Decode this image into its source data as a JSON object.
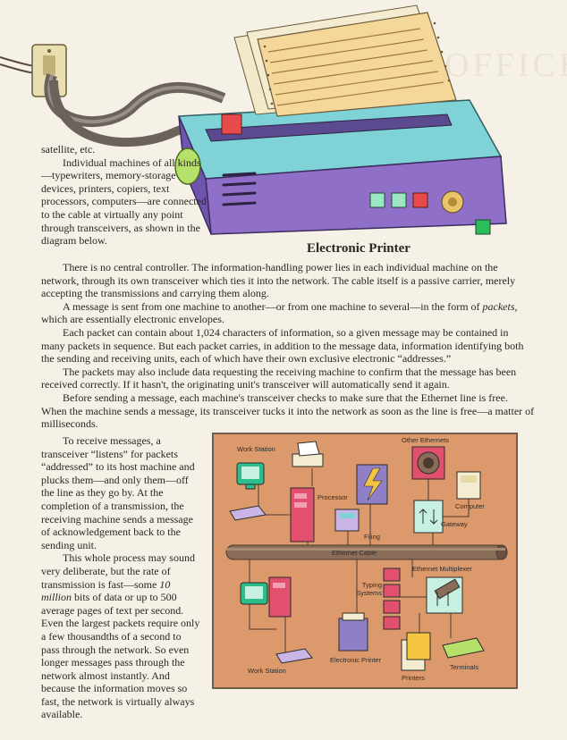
{
  "illustration": {
    "caption": "Electronic Printer",
    "watermark_text": "YOUR OFFICE TO..."
  },
  "body_text": {
    "p0": "satellite, etc.",
    "p1": "Individual machines of all kinds—typewriters, memory-storage devices, printers, copiers, text processors, computers—are connected to the cable at virtually any point through transceivers, as shown in the diagram below.",
    "p2": "There is no central controller. The information-handling power lies in each individual machine on the network, through its own transceiver which ties it into the network. The cable itself is a passive carrier, merely accepting the transmissions and carrying them along.",
    "p3_a": "A message is sent from one machine to another—or from one machine to several—in the form of ",
    "p3_em": "packets,",
    "p3_b": " which are essentially electronic envelopes.",
    "p4": "Each packet can contain about 1,024 characters of information, so a given message may be contained in many packets in sequence. But each packet carries, in addition to the message data, information identifying both the sending and receiving units, each of which have their own exclusive electronic “addresses.”",
    "p5": "The packets may also include data requesting the receiving machine to confirm that the message has been received correctly. If it hasn't, the originating unit's transceiver will automatically send it again.",
    "p6": "Before sending a message, each machine's transceiver checks to make sure that the Ethernet line is free. When the machine sends a message, its transceiver tucks it into the network as soon as the line is free—a matter of milliseconds.",
    "p7": "To receive messages, a transceiver “listens” for packets “addressed” to its host machine and plucks them—and only them—off the line as they go by. At the completion of a transmission, the receiving machine sends a message of acknowledgement back to the sending unit.",
    "p8_a": "This whole process may sound very deliberate, but the rate of transmission is fast—some ",
    "p8_em": "10 million",
    "p8_b": " bits of data or up to 500 average pages of text per second. Even the largest packets require only a few thousandths of a second to pass through the network. So even longer messages pass through the network almost instantly. And because the information moves so fast, the network is virtually always available."
  },
  "diagram": {
    "labels": {
      "work_station_top": "Work Station",
      "other_ethernets": "Other Ethernets",
      "processor": "Processor",
      "computer": "Computer",
      "gateway": "Gateway",
      "filing": "Filing",
      "ethernet_cable": "Ethernet Cable",
      "ethernet_multiplexer": "Ethernet Multiplexer",
      "typing_systems": "Typing Systems",
      "electronic_printer": "Electronic Printer",
      "work_station_bottom": "Work Station",
      "printers": "Printers",
      "terminals": "Terminals"
    },
    "colors": {
      "background": "#dc9a6c",
      "cable": "#8a6d59",
      "pink": "#e2506e",
      "purple": "#8f7fc6",
      "lavender": "#c9b6e6",
      "cyan": "#7fd3d6"
    }
  }
}
